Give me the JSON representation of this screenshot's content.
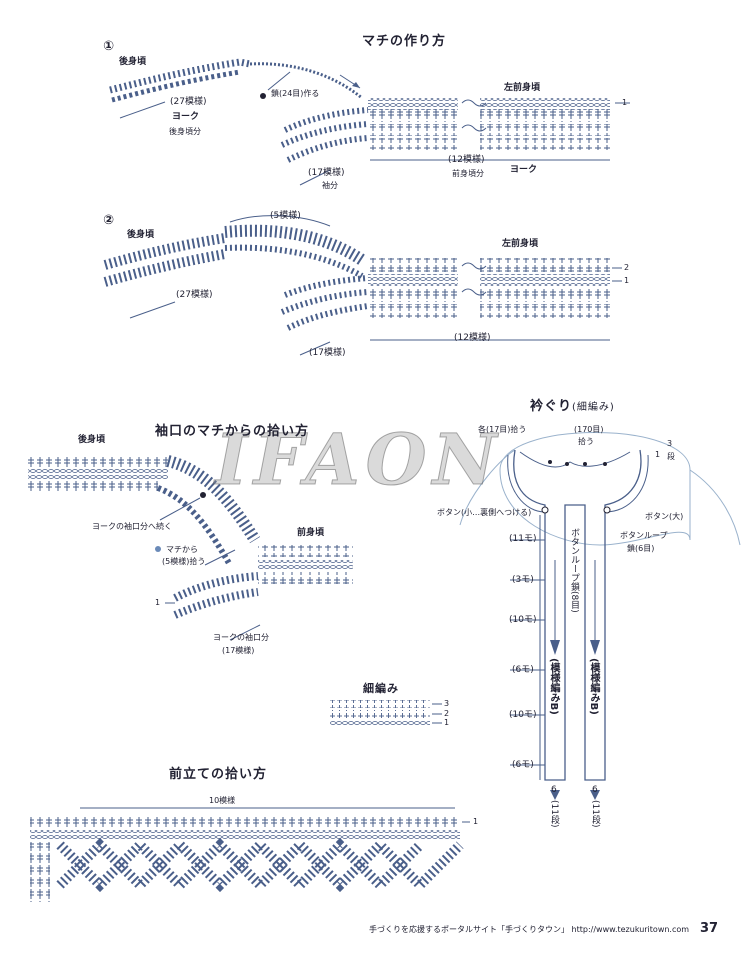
{
  "fig1": {
    "num": "①",
    "title": "マチの作り方",
    "back_body": "後身頃",
    "back_repeats": "(27模様)",
    "yoke": "ヨーク",
    "back_part": "後身頃分",
    "chain_note": "鎖(24目)作る",
    "left_front": "左前身頃",
    "row1": "1",
    "front_repeats": "(12模様)",
    "front_part": "前身頃分",
    "yoke2": "ヨーク",
    "sleeve_repeats": "(17模様)",
    "sleeve_part": "袖分"
  },
  "fig2": {
    "num": "②",
    "back_body": "後身頃",
    "gusset_repeats": "(5模様)",
    "left_front": "左前身頃",
    "row2": "2",
    "row1": "1",
    "back_repeats": "(27模様)",
    "sleeve_repeats": "(17模様)",
    "front_repeats": "(12模様)"
  },
  "fig3": {
    "title": "袖口のマチからの拾い方",
    "back_body": "後身頃",
    "continue_note": "ヨークの袖口分へ続く",
    "pickup_note_1": "マチから",
    "pickup_note_2": "(5模様)拾う",
    "front_body": "前身頃",
    "row1": "1",
    "sleeve_yoke_1": "ヨークの袖口分",
    "sleeve_yoke_2": "(17模様)"
  },
  "fig4": {
    "title": "衿ぐり",
    "title_sub": "(細編み)",
    "each_pick_1": "各(17目)拾う",
    "center_pick_1": "(170目)",
    "center_pick_2": "拾う",
    "rows_1": "1",
    "rows_3": "3",
    "rows_unit": "段",
    "button_small": "ボタン(小…裏側へつける)",
    "button_large": "ボタン(大)",
    "loop_label": "ボタンループ",
    "loop_count": "鎖(6目)",
    "loop_center": "ボタンループ鎖(8目)",
    "left_pattern": "(模様編みB)",
    "right_pattern": "(模様編みB)",
    "side_labels": [
      "(11モ)",
      "(3モ)",
      "(10モ)",
      "(6モ)",
      "(10モ)",
      "(6モ)"
    ],
    "bottom_left": "6",
    "bottom_left_rows": "(11段)",
    "bottom_right": "6",
    "bottom_right_rows": "(11段)"
  },
  "fig5": {
    "title": "細編み",
    "rows": [
      "3",
      "2",
      "1"
    ]
  },
  "fig6": {
    "title": "前立ての拾い方",
    "repeats": "10模様",
    "row1": "1"
  },
  "watermark": "IFAON",
  "footer": {
    "text": "手づくりを応援するポータルサイト「手づくりタウン」 http://www.tezukuritown.com",
    "page": "37"
  },
  "colors": {
    "line": "#4a5f8a",
    "text": "#223344",
    "pale": "#9ab2cc"
  }
}
